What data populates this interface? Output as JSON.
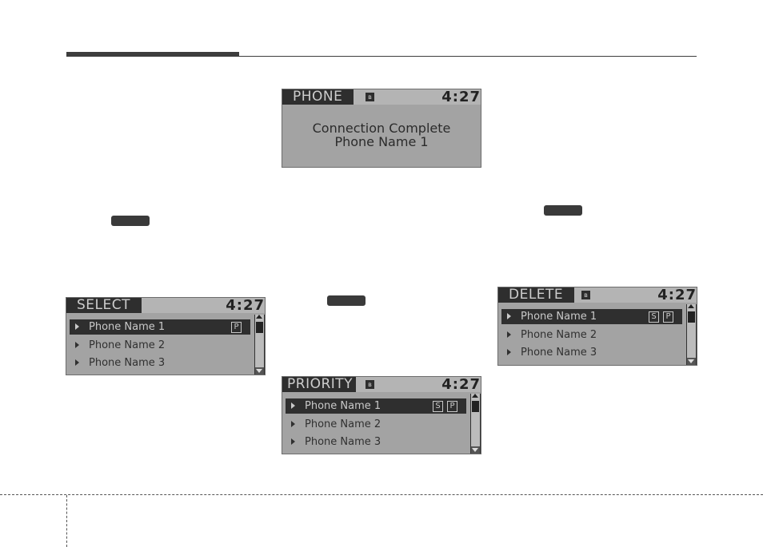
{
  "screens": {
    "phone": {
      "title": "PHONE",
      "bluetooth_icon": "bluetooth-icon",
      "time": "4:27",
      "message_line1": "Connection Complete",
      "message_line2": "Phone Name 1"
    },
    "select": {
      "title": "SELECT",
      "time": "4:27",
      "rows": [
        {
          "label": "Phone Name 1",
          "badges": [
            "P"
          ]
        },
        {
          "label": "Phone Name 2"
        },
        {
          "label": "Phone Name 3"
        }
      ]
    },
    "priority": {
      "title": "PRIORITY",
      "bluetooth_icon": "bluetooth-icon",
      "time": "4:27",
      "rows": [
        {
          "label": "Phone Name 1",
          "badges": [
            "S",
            "P"
          ]
        },
        {
          "label": "Phone Name 2"
        },
        {
          "label": "Phone Name 3"
        }
      ]
    },
    "delete": {
      "title": "DELETE",
      "bluetooth_icon": "bluetooth-icon",
      "time": "4:27",
      "rows": [
        {
          "label": "Phone Name 1",
          "badges": [
            "S",
            "P"
          ]
        },
        {
          "label": "Phone Name 2"
        },
        {
          "label": "Phone Name 3"
        }
      ]
    }
  },
  "colors": {
    "lcd_background": "#a3a3a3",
    "lcd_header": "#2e2e2e",
    "rule": "#3d3d3d"
  }
}
